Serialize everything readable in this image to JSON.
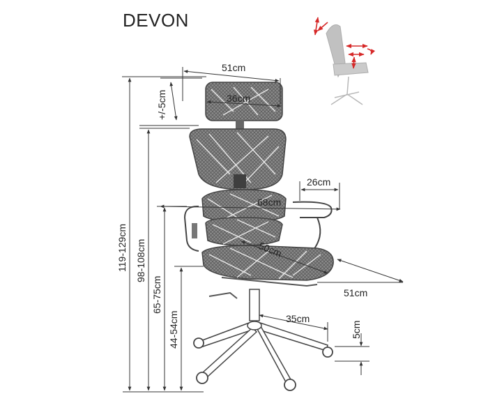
{
  "product": {
    "name": "DEVON"
  },
  "colors": {
    "mesh": "#6e6e6e",
    "mesh_dark": "#4a4a4a",
    "frame": "#555555",
    "dimension_line": "#333333",
    "arrow_red": "#d62828"
  },
  "dimensions": {
    "headrest_width": "51cm",
    "headrest_inner_width": "36cm",
    "headrest_adjust": "+/-5cm",
    "armrest_depth": "26cm",
    "width_armrests": "68cm",
    "seat_depth": "50cm",
    "seat_width": "51cm",
    "base_radius": "35cm",
    "wheel_height": "5cm",
    "total_height": "119-129cm",
    "backrest_height": "98-108cm",
    "armrest_height": "65-75cm",
    "seat_height": "44-54cm"
  },
  "icons": {
    "thumbnail": "adjustable-chair-thumbnail-icon"
  }
}
